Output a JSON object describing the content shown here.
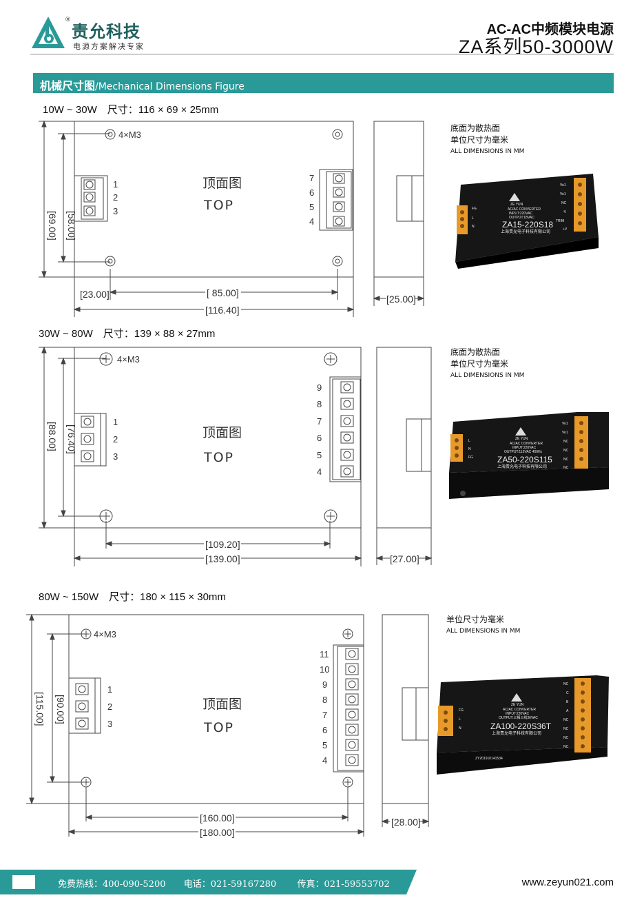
{
  "header": {
    "brand_name": "责允科技",
    "brand_slogan": "电源方案解决专家",
    "registered_mark": "®",
    "title": "AC-AC中频模块电源",
    "subtitle": "ZA系列50-3000W"
  },
  "section": {
    "title_cn": "机械尺寸图",
    "title_en": "/Mechanical Dimensions Figure"
  },
  "drawings": [
    {
      "spec": "10W ~ 30W　尺寸：116 × 69 × 25mm",
      "mount_label": "4×M3",
      "top_cn": "顶面图",
      "top_en": "TOP",
      "left_pins": [
        "1",
        "2",
        "3"
      ],
      "right_pins": [
        "7",
        "6",
        "5",
        "4"
      ],
      "dims": {
        "height_outer": "[69.00]",
        "height_inner": "[58.00]",
        "offset": "[23.00]",
        "pitch": "[ 85.00]",
        "width": "[116.40]",
        "depth": "[25.00]"
      },
      "notes": [
        "底面为散热面",
        "单位尺寸为毫米"
      ],
      "note_en": "ALL DIMENSIONS IN MM",
      "photo": {
        "model": "ZA15-220S18",
        "lines": [
          "AC/AC CONVERTER",
          "INPUT:220VAC",
          "OUTPUT:18VAC"
        ],
        "company": "上海责允电子科技有限公司",
        "brand": "ZE YUN",
        "left_pins": [
          "FG",
          "L",
          "N"
        ],
        "right_pins": [
          "Vo1",
          "Vo1",
          "NC",
          "-V",
          "TRIM",
          "+V"
        ]
      }
    },
    {
      "spec": "30W ~ 80W　尺寸：139 × 88 × 27mm",
      "mount_label": "4×M3",
      "top_cn": "顶面图",
      "top_en": "TOP",
      "left_pins": [
        "1",
        "2",
        "3"
      ],
      "right_pins": [
        "9",
        "8",
        "7",
        "6",
        "5",
        "4"
      ],
      "dims": {
        "height_outer": "[88.00]",
        "height_inner": "[76.40]",
        "pitch": "[109.20]",
        "width": "[139.00]",
        "depth": "[27.00]"
      },
      "notes": [
        "底面为散热面",
        "单位尺寸为毫米"
      ],
      "note_en": "ALL DIMENSIONS IN MM",
      "photo": {
        "model": "ZA50-220S115",
        "lines": [
          "AC/AC CONVERTER",
          "INPUT:220VAC",
          "OUTPUT:115VAC 400Hz"
        ],
        "company": "上海责允电子科技有限公司",
        "brand": "ZE YUN",
        "left_pins": [
          "L",
          "N",
          "FG"
        ],
        "right_pins": [
          "Vo1",
          "Vo1",
          "NC",
          "NC",
          "NC",
          "NC"
        ]
      }
    },
    {
      "spec": "80W ~ 150W　尺寸：180 × 115 × 30mm",
      "mount_label": "4×M3",
      "top_cn": "顶面图",
      "top_en": "TOP",
      "left_pins": [
        "1",
        "2",
        "3"
      ],
      "right_pins": [
        "11",
        "10",
        "9",
        "8",
        "7",
        "6",
        "5",
        "4"
      ],
      "dims": {
        "height_outer": "[115.00]",
        "height_inner": "[90.00]",
        "pitch": "[160.00]",
        "width": "[180.00]",
        "depth": "[28.00]"
      },
      "notes": [
        "单位尺寸为毫米"
      ],
      "note_en": "ALL DIMENSIONS IN MM",
      "photo": {
        "model": "ZA100-220S36T",
        "lines": [
          "AC/AC CONVERTER",
          "INPUT:220VAC",
          "OUTPUT:三相三线36VAC"
        ],
        "company": "上海责允电子科技有限公司",
        "brand": "ZE YUN",
        "serial": "ZY201910141534",
        "left_pins": [
          "FG",
          "L",
          "N"
        ],
        "right_pins": [
          "NC",
          "C",
          "B",
          "A",
          "NC",
          "NC",
          "NC",
          "NC"
        ]
      }
    }
  ],
  "footer": {
    "hotline": "免费热线：400-090-5200",
    "phone": "电话：021-59167280",
    "fax": "传真：021-59553702",
    "url": "www.zeyun021.com"
  },
  "colors": {
    "brand_teal": "#2a9a98",
    "logo_dark": "#1f5f5c",
    "photo_black": "#161616",
    "terminal_orange": "#e79a2a"
  }
}
